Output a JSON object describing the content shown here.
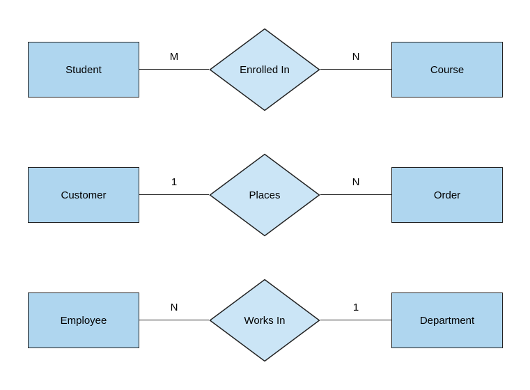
{
  "diagram": {
    "type": "entity-relationship",
    "colors": {
      "entity_fill": "#afd6ef",
      "relation_fill": "#cbe5f6",
      "stroke": "#222222",
      "text": "#000000"
    },
    "rows": [
      {
        "left_entity": "Student",
        "left_cardinality": "M",
        "relation": "Enrolled In",
        "right_cardinality": "N",
        "right_entity": "Course"
      },
      {
        "left_entity": "Customer",
        "left_cardinality": "1",
        "relation": "Places",
        "right_cardinality": "N",
        "right_entity": "Order"
      },
      {
        "left_entity": "Employee",
        "left_cardinality": "N",
        "relation": "Works In",
        "right_cardinality": "1",
        "right_entity": "Department"
      }
    ]
  }
}
